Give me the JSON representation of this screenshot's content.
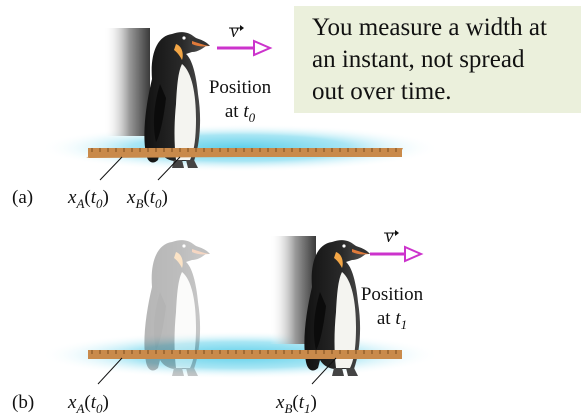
{
  "caption": {
    "lines": [
      "You measure a width at",
      "an instant, not spread",
      "out over time."
    ]
  },
  "panel_a": {
    "tag": "(a)",
    "velocity_symbol": "v",
    "position_label_line1": "Position",
    "position_label_at": "at",
    "position_label_time": "t",
    "position_label_time_sub": "0",
    "xA_var": "x",
    "xA_sub": "A",
    "xA_arg": "t",
    "xA_arg_sub": "0",
    "xB_var": "x",
    "xB_sub": "B",
    "xB_arg": "t",
    "xB_arg_sub": "0"
  },
  "panel_b": {
    "tag": "(b)",
    "velocity_symbol": "v",
    "position_label_line1": "Position",
    "position_label_at": "at",
    "position_label_time": "t",
    "position_label_time_sub": "1",
    "xA_var": "x",
    "xA_sub": "A",
    "xA_arg": "t",
    "xA_arg_sub": "0",
    "xB_var": "x",
    "xB_sub": "B",
    "xB_arg": "t",
    "xB_arg_sub": "1"
  },
  "colors": {
    "arrow": "#cc33cc",
    "ruler": "#c98a4b",
    "ice": "#8fdcef",
    "caption_bg": "#ebf0dc"
  }
}
